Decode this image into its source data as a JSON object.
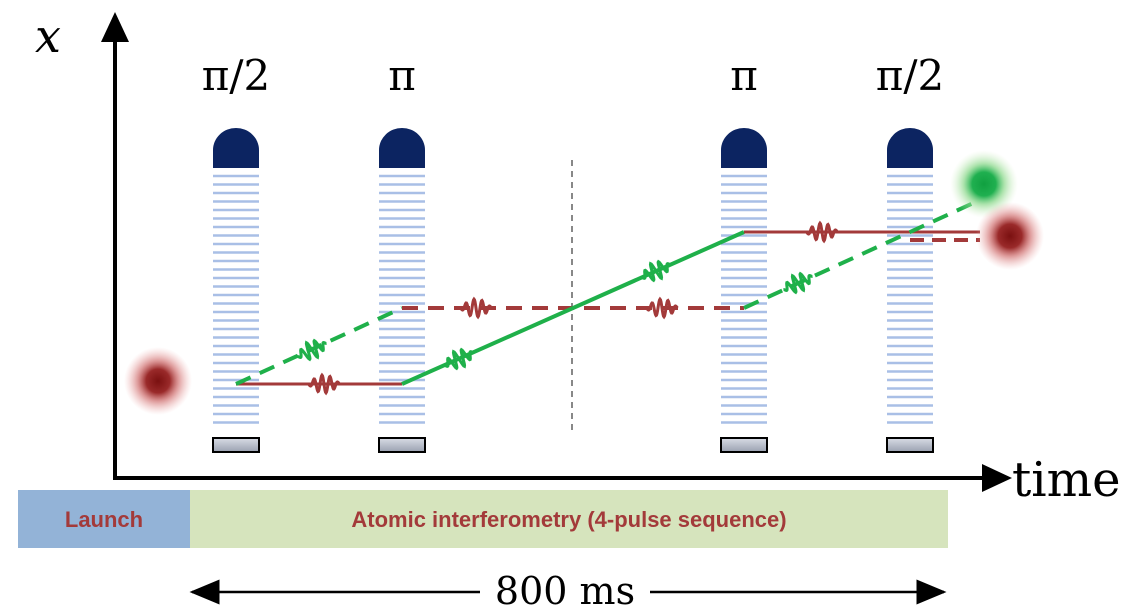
{
  "axes": {
    "y_label": "x",
    "x_label": "time"
  },
  "pulses": [
    {
      "label": "π/2"
    },
    {
      "label": "π"
    },
    {
      "label": "π"
    },
    {
      "label": "π/2"
    }
  ],
  "timeline": {
    "launch_label": "Launch",
    "interferometry_label": "Atomic interferometry (4-pulse sequence)",
    "duration_label": "800 ms"
  },
  "colors": {
    "launch_bar": "#93b3d7",
    "interf_bar": "#d6e4bd",
    "bar_text": "#a33a3a",
    "red_path": "#a33a3a",
    "green_path": "#1fb04a",
    "pulse_cap": "#0c2461",
    "pulse_stripes": "#a9bfe6"
  }
}
